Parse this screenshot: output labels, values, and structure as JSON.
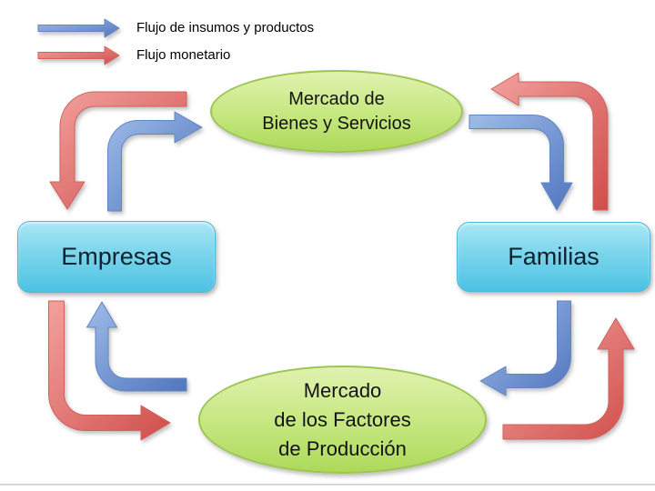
{
  "legend": {
    "items": [
      {
        "label": "Flujo de insumos y productos",
        "arrow_color": "#6B92D4",
        "flow_type": "insumos"
      },
      {
        "label": "Flujo monetario",
        "arrow_color": "#DD5E5B",
        "flow_type": "monetario"
      }
    ]
  },
  "nodes": {
    "goods_market": {
      "label": "Mercado de\nBienes y Servicios",
      "shape": "ellipse",
      "fill": "#C3E67F"
    },
    "empresas": {
      "label": "Empresas",
      "shape": "rounded-rect",
      "fill": "#6FD2E9"
    },
    "familias": {
      "label": "Familias",
      "shape": "rounded-rect",
      "fill": "#6FD2E9"
    },
    "factors_market": {
      "label": "Mercado\nde los Factores\nde Producción",
      "shape": "ellipse",
      "fill": "#C3E67F"
    }
  },
  "flows": [
    {
      "type": "monetario",
      "from": "Mercado de Bienes y Servicios",
      "to": "Empresas"
    },
    {
      "type": "insumos",
      "from": "Empresas",
      "to": "Mercado de Bienes y Servicios"
    },
    {
      "type": "insumos",
      "from": "Mercado de Bienes y Servicios",
      "to": "Familias"
    },
    {
      "type": "monetario",
      "from": "Familias",
      "to": "Mercado de Bienes y Servicios"
    },
    {
      "type": "monetario",
      "from": "Empresas",
      "to": "Mercado de los Factores de Producción"
    },
    {
      "type": "insumos",
      "from": "Mercado de los Factores de Producción",
      "to": "Empresas"
    },
    {
      "type": "insumos",
      "from": "Familias",
      "to": "Mercado de los Factores de Producción"
    },
    {
      "type": "monetario",
      "from": "Mercado de los Factores de Producción",
      "to": "Familias"
    }
  ],
  "colors": {
    "flows": {
      "insumos": {
        "light": "#9FBBE8",
        "dark": "#5076BE",
        "stroke": "#6286C2"
      },
      "monetario": {
        "light": "#F2A19E",
        "dark": "#D04E4A",
        "stroke": "#D2605D"
      }
    },
    "background": "#FFFFFF"
  }
}
